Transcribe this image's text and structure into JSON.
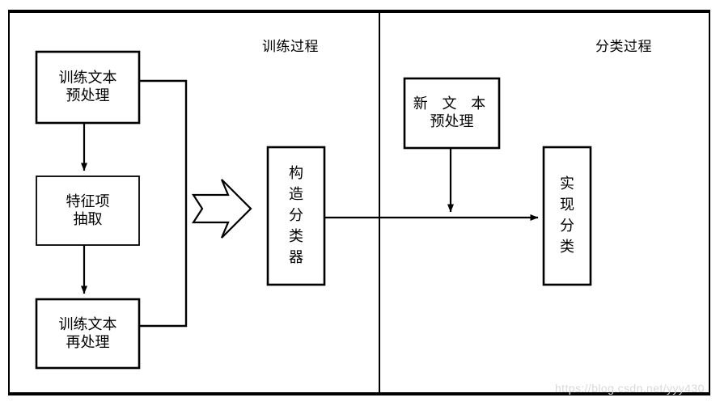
{
  "diagram": {
    "title_left": "训练过程",
    "title_right": "分类过程",
    "colors": {
      "stroke": "#000000",
      "background": "#ffffff",
      "watermark": "#d9d9d9"
    },
    "left_panel": {
      "label": "训练过程",
      "nodes": [
        {
          "id": "train-text-preprocess",
          "lines": [
            "训练文本",
            "预处理"
          ]
        },
        {
          "id": "feature-extraction",
          "lines": [
            "特征项",
            "抽取"
          ]
        },
        {
          "id": "train-text-reprocess",
          "lines": [
            "训练文本",
            "再处理"
          ]
        },
        {
          "id": "build-classifier",
          "lines": [
            "构",
            "造",
            "分",
            "类",
            "器"
          ]
        }
      ]
    },
    "right_panel": {
      "label": "分类过程",
      "nodes": [
        {
          "id": "new-text-preprocess",
          "lines": [
            "新 文 本",
            "预处理"
          ]
        },
        {
          "id": "perform-classification",
          "lines": [
            "实",
            "现",
            "分",
            "类"
          ]
        }
      ]
    },
    "connectors": [
      {
        "id": "preprocess-to-feature",
        "type": "arrow-down"
      },
      {
        "id": "feature-to-reprocess",
        "type": "arrow-down"
      },
      {
        "id": "feedback-loop",
        "type": "line-loop"
      },
      {
        "id": "train-to-classifier",
        "type": "block-arrow-right"
      },
      {
        "id": "classifier-to-result",
        "type": "arrow-right"
      },
      {
        "id": "newtext-to-result",
        "type": "arrow-down"
      }
    ]
  },
  "watermark": {
    "text": "https://blog.csdn.net/yyy430"
  }
}
